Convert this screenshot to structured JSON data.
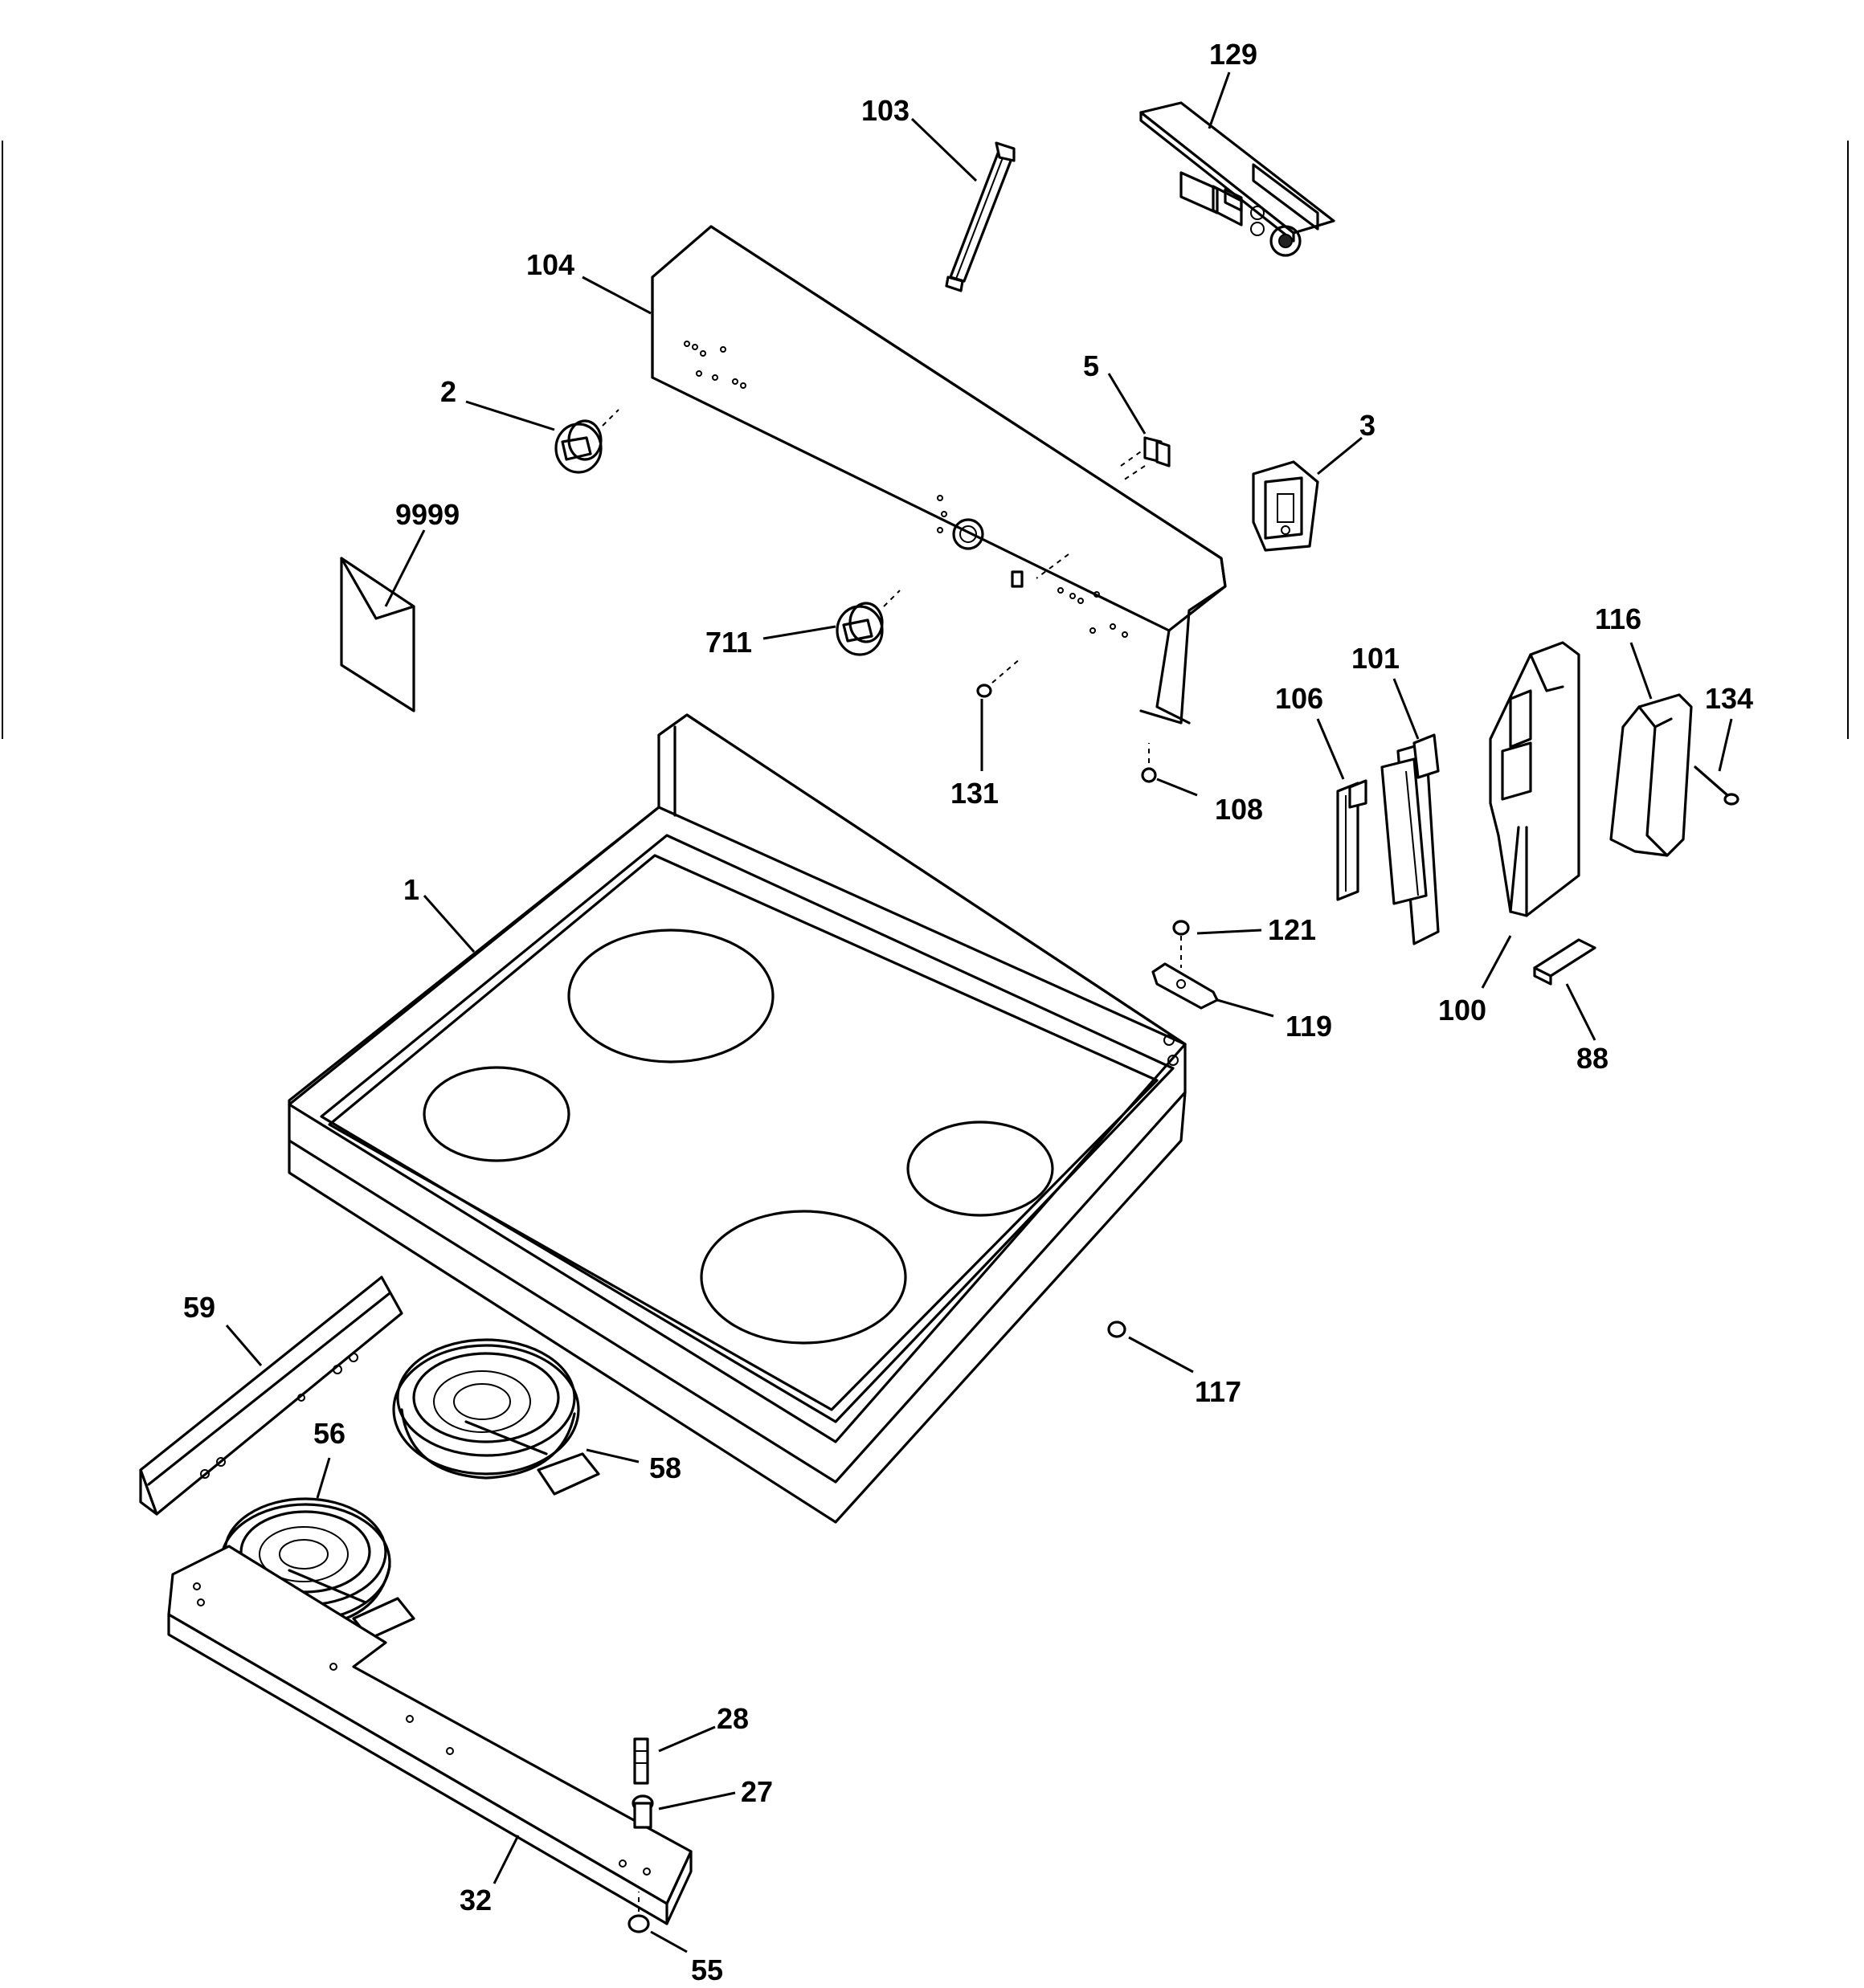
{
  "labels": {
    "l1": "1",
    "l2": "2",
    "l3": "3",
    "l5": "5",
    "l27": "27",
    "l28": "28",
    "l32": "32",
    "l55": "55",
    "l56": "56",
    "l58": "58",
    "l59": "59",
    "l88": "88",
    "l100": "100",
    "l101": "101",
    "l103": "103",
    "l104": "104",
    "l106": "106",
    "l108": "108",
    "l116": "116",
    "l117": "117",
    "l119": "119",
    "l121": "121",
    "l129": "129",
    "l131": "131",
    "l134": "134",
    "l711": "711",
    "l9999": "9999"
  }
}
